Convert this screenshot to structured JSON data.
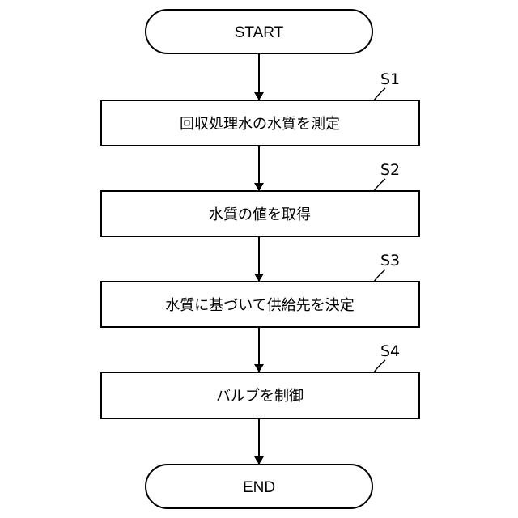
{
  "flowchart": {
    "start_label": "START",
    "end_label": "END",
    "steps": [
      {
        "id": "S1",
        "text": "回収処理水の水質を測定"
      },
      {
        "id": "S2",
        "text": "水質の値を取得"
      },
      {
        "id": "S3",
        "text": "水質に基づいて供給先を決定"
      },
      {
        "id": "S4",
        "text": "バルブを制御"
      }
    ]
  }
}
